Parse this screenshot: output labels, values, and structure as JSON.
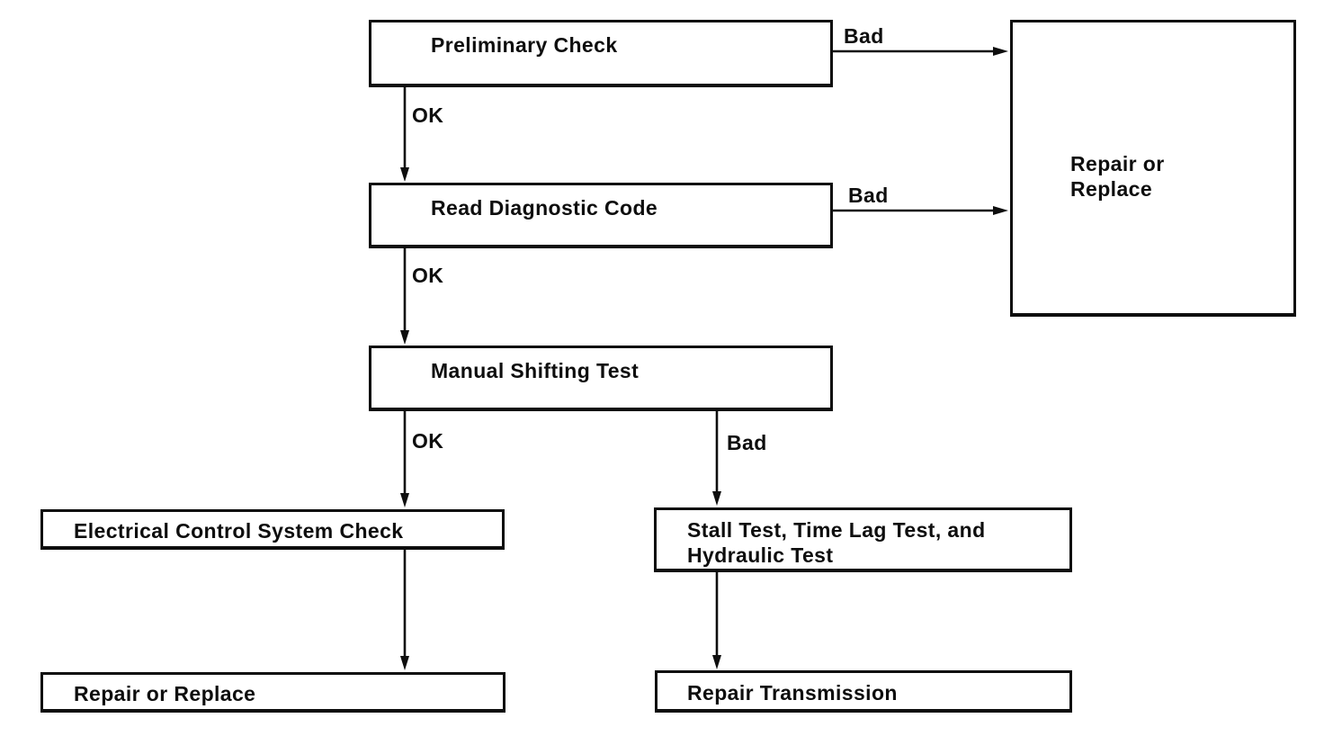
{
  "diagram": {
    "type": "flowchart",
    "colors": {
      "background": "#ffffff",
      "line": "#0e0e0e",
      "text": "#0e0e0e"
    },
    "nodes": {
      "preliminary_check": {
        "label": "Preliminary Check"
      },
      "repair_or_replace_main": {
        "label": "Repair or\nReplace"
      },
      "read_diagnostic_code": {
        "label": "Read Diagnostic Code"
      },
      "manual_shifting_test": {
        "label": "Manual Shifting Test"
      },
      "electrical_control_system_check": {
        "label": "Electrical Control System Check"
      },
      "stall_time_lag_hydraulic_test": {
        "label": "Stall Test, Time Lag Test, and\nHydraulic Test"
      },
      "repair_or_replace_secondary": {
        "label": "Repair or Replace"
      },
      "repair_transmission": {
        "label": "Repair Transmission"
      }
    },
    "edge_labels": {
      "preliminary_ok": "OK",
      "preliminary_bad": "Bad",
      "diagnostic_ok": "OK",
      "diagnostic_bad": "Bad",
      "manual_ok": "OK",
      "manual_bad": "Bad"
    },
    "edges": [
      {
        "from": "preliminary_check",
        "to": "read_diagnostic_code",
        "label": "OK"
      },
      {
        "from": "preliminary_check",
        "to": "repair_or_replace_main",
        "label": "Bad"
      },
      {
        "from": "read_diagnostic_code",
        "to": "manual_shifting_test",
        "label": "OK"
      },
      {
        "from": "read_diagnostic_code",
        "to": "repair_or_replace_main",
        "label": "Bad"
      },
      {
        "from": "manual_shifting_test",
        "to": "electrical_control_system_check",
        "label": "OK"
      },
      {
        "from": "manual_shifting_test",
        "to": "stall_time_lag_hydraulic_test",
        "label": "Bad"
      },
      {
        "from": "electrical_control_system_check",
        "to": "repair_or_replace_secondary",
        "label": ""
      },
      {
        "from": "stall_time_lag_hydraulic_test",
        "to": "repair_transmission",
        "label": ""
      }
    ]
  }
}
